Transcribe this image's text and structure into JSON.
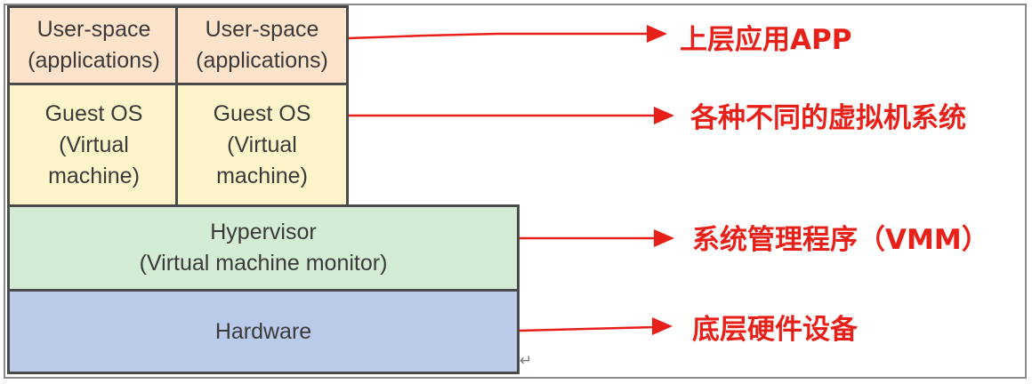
{
  "layers": {
    "user_space_left": {
      "line1": "User-space",
      "line2": "(applications)"
    },
    "user_space_right": {
      "line1": "User-space",
      "line2": "(applications)"
    },
    "guest_os_left": {
      "line1": "Guest OS",
      "line2": "(Virtual",
      "line3": "machine)"
    },
    "guest_os_right": {
      "line1": "Guest OS",
      "line2": "(Virtual",
      "line3": "machine)"
    },
    "hypervisor": {
      "line1": "Hypervisor",
      "line2": "(Virtual machine monitor)"
    },
    "hardware": {
      "line1": "Hardware"
    }
  },
  "annotations": {
    "apps": "上层应用APP",
    "vms": "各种不同的虚拟机系统",
    "vmm": "系统管理程序（VMM）",
    "hardware": "底层硬件设备"
  },
  "colors": {
    "user_space_fill": "#fce3c9",
    "guest_os_fill": "#fdf5c9",
    "hypervisor_fill": "#d4ecd3",
    "hardware_fill": "#b9cbe8",
    "annotation_red": "#e8201a"
  }
}
